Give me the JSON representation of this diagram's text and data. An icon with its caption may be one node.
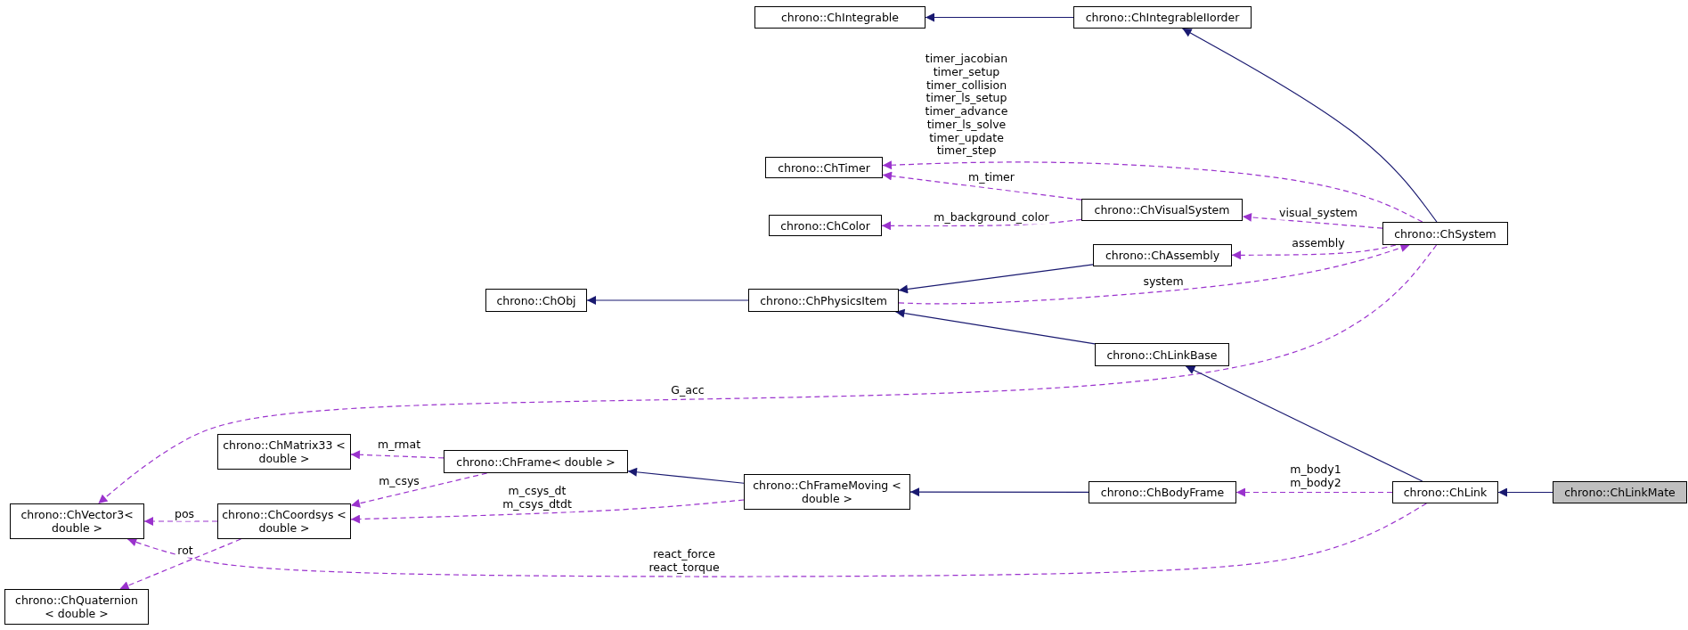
{
  "diagram": {
    "nodes": [
      {
        "text": [
          "chrono::ChIntegrable"
        ]
      },
      {
        "text": [
          "chrono::ChIntegrableIIorder"
        ]
      },
      {
        "text": [
          "chrono::ChTimer"
        ]
      },
      {
        "text": [
          "chrono::ChVisualSystem"
        ]
      },
      {
        "text": [
          "chrono::ChColor"
        ]
      },
      {
        "text": [
          "chrono::ChSystem"
        ]
      },
      {
        "text": [
          "chrono::ChAssembly"
        ]
      },
      {
        "text": [
          "chrono::ChObj"
        ]
      },
      {
        "text": [
          "chrono::ChPhysicsItem"
        ]
      },
      {
        "text": [
          "chrono::ChLinkBase"
        ]
      },
      {
        "text": [
          "chrono::ChMatrix33 < double >"
        ]
      },
      {
        "text": [
          "chrono::ChFrame< double >"
        ]
      },
      {
        "text": [
          "chrono::ChVector3< double >"
        ]
      },
      {
        "text": [
          "chrono::ChCoordsys < double >"
        ]
      },
      {
        "text": [
          "chrono::ChFrameMoving < double >"
        ]
      },
      {
        "text": [
          "chrono::ChBodyFrame"
        ]
      },
      {
        "text": [
          "chrono::ChLink"
        ]
      },
      {
        "text": [
          "chrono::ChLinkMate"
        ]
      },
      {
        "text": [
          "chrono::ChQuaternion < double >"
        ]
      }
    ],
    "edges": [
      {
        "from": 1,
        "to": 0,
        "arrow": "to",
        "color": "#191970"
      },
      {
        "from": 5,
        "to": 1,
        "arrow": "to",
        "color": "#191970"
      },
      {
        "from": 5,
        "to": 2,
        "arrow": "to",
        "style": "dashed",
        "label": "timer_jacobian timer_setup timer_collision timer_ls_setup timer_advance timer_ls_solve timer_update timer_step"
      },
      {
        "from": 3,
        "to": 2,
        "arrow": "to",
        "style": "dashed",
        "label": "m_timer"
      },
      {
        "from": 3,
        "to": 4,
        "arrow": "to",
        "style": "dashed",
        "label": "m_background_color"
      },
      {
        "from": 5,
        "to": 3,
        "arrow": "to",
        "style": "dashed",
        "label": "visual_system"
      },
      {
        "from": 5,
        "to": 6,
        "arrow": "to",
        "style": "dashed",
        "label": "assembly"
      },
      {
        "from": 8,
        "to": 5,
        "arrow": "to",
        "style": "dashed",
        "label": "system"
      },
      {
        "from": 6,
        "to": 8,
        "arrow": "to",
        "color": "#191970"
      },
      {
        "from": 8,
        "to": 7,
        "arrow": "to",
        "color": "#191970"
      },
      {
        "from": 9,
        "to": 8,
        "arrow": "to",
        "color": "#191970"
      },
      {
        "from": 5,
        "to": 12,
        "arrow": "to",
        "style": "dashed",
        "label": "G_acc"
      },
      {
        "from": 16,
        "to": 9,
        "arrow": "to",
        "color": "#191970"
      },
      {
        "from": 11,
        "to": 10,
        "arrow": "to",
        "style": "dashed",
        "label": "m_rmat"
      },
      {
        "from": 11,
        "to": 13,
        "arrow": "to",
        "style": "dashed",
        "label": "m_csys"
      },
      {
        "from": 14,
        "to": 11,
        "arrow": "to",
        "color": "#191970"
      },
      {
        "from": 14,
        "to": 13,
        "arrow": "to",
        "style": "dashed",
        "label": "m_csys_dt m_csys_dtdt"
      },
      {
        "from": 15,
        "to": 14,
        "arrow": "to",
        "color": "#191970"
      },
      {
        "from": 16,
        "to": 15,
        "arrow": "to",
        "style": "dashed",
        "label": "m_body1 m_body2"
      },
      {
        "from": 17,
        "to": 16,
        "arrow": "to",
        "color": "#191970"
      },
      {
        "from": 13,
        "to": 12,
        "arrow": "to",
        "style": "dashed",
        "label": "pos"
      },
      {
        "from": 13,
        "to": 18,
        "arrow": "to",
        "style": "dashed",
        "label": "rot"
      },
      {
        "from": 16,
        "to": 12,
        "arrow": "to",
        "style": "dashed",
        "label": "react_force react_torque"
      }
    ]
  }
}
